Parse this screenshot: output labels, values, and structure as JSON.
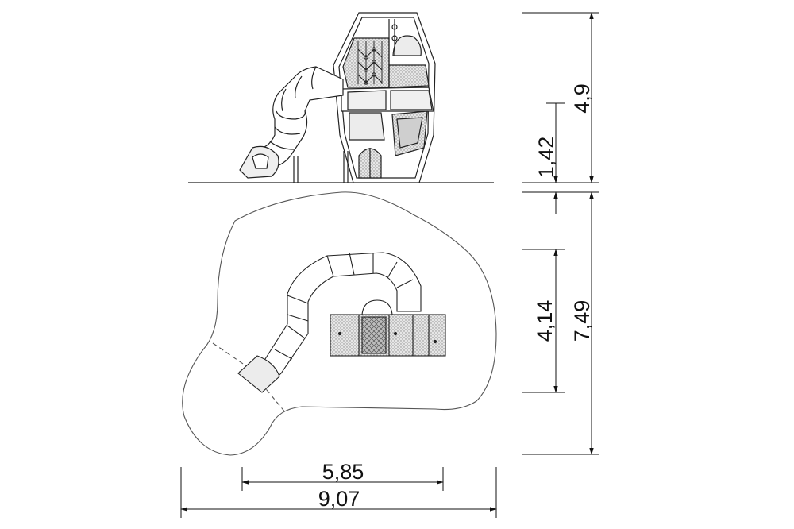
{
  "dimensions": {
    "total_height": "4,9",
    "platform_height": "1,42",
    "safety_depth": "7,49",
    "equipment_depth": "4,14",
    "equipment_width": "5,85",
    "safety_width": "9,07"
  },
  "colors": {
    "line": "#222222",
    "panel_fill": "#d9d9d9",
    "dark_fill": "#9a9a9a",
    "zone": "#444444"
  }
}
